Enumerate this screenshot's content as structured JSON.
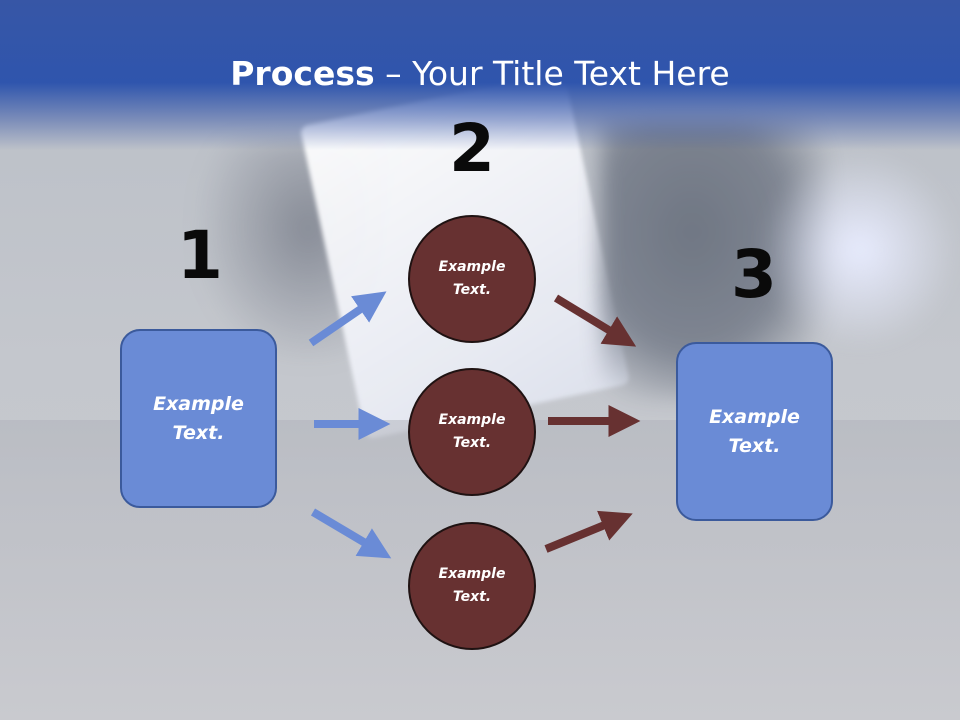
{
  "title": {
    "bold": "Process",
    "rest": " – Your Title Text Here"
  },
  "steps": {
    "one": "1",
    "two": "2",
    "three": "3"
  },
  "boxes": {
    "left": "Example\nText.",
    "right": "Example\nText."
  },
  "circles": {
    "top": "Example\nText.",
    "middle": "Example\nText.",
    "bottom": "Example\nText."
  },
  "colors": {
    "header": "#2f55ad",
    "box_fill": "#6a8bd6",
    "circle_fill": "#673131",
    "blue_arrow": "#6a8bd6",
    "red_arrow": "#673131"
  }
}
